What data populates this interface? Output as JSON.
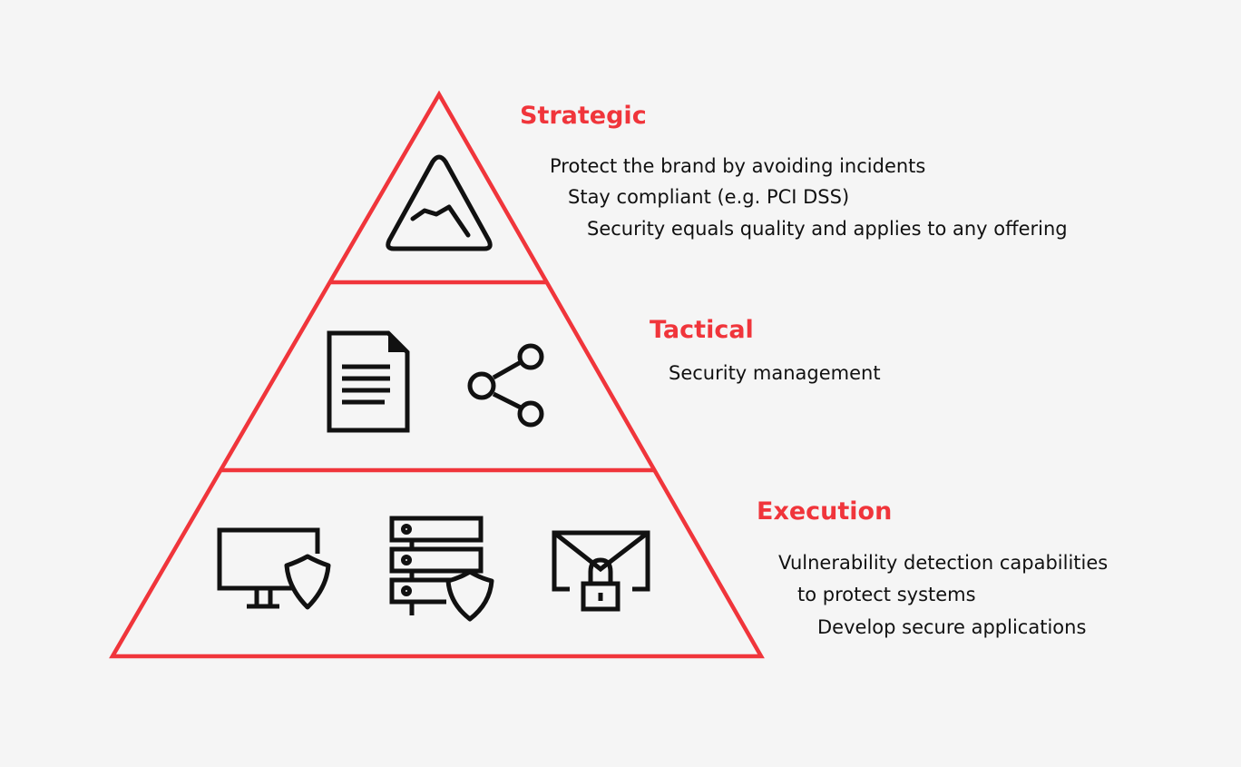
{
  "colors": {
    "accent": "#f0353b",
    "icon": "#111111",
    "text": "#111111",
    "background": "#f5f5f5"
  },
  "levels": [
    {
      "heading": "Strategic",
      "icons": [
        "mountain-icon"
      ],
      "lines": [
        "Protect the brand by avoiding incidents",
        "Stay compliant (e.g. PCI DSS)",
        "Security equals quality and applies to any offering"
      ]
    },
    {
      "heading": "Tactical",
      "icons": [
        "document-icon",
        "share-icon"
      ],
      "lines": [
        "Security management"
      ]
    },
    {
      "heading": "Execution",
      "icons": [
        "monitor-shield-icon",
        "server-shield-icon",
        "mail-lock-icon"
      ],
      "lines": [
        "Vulnerability detection capabilities",
        "to protect systems",
        "Develop secure applications"
      ]
    }
  ]
}
